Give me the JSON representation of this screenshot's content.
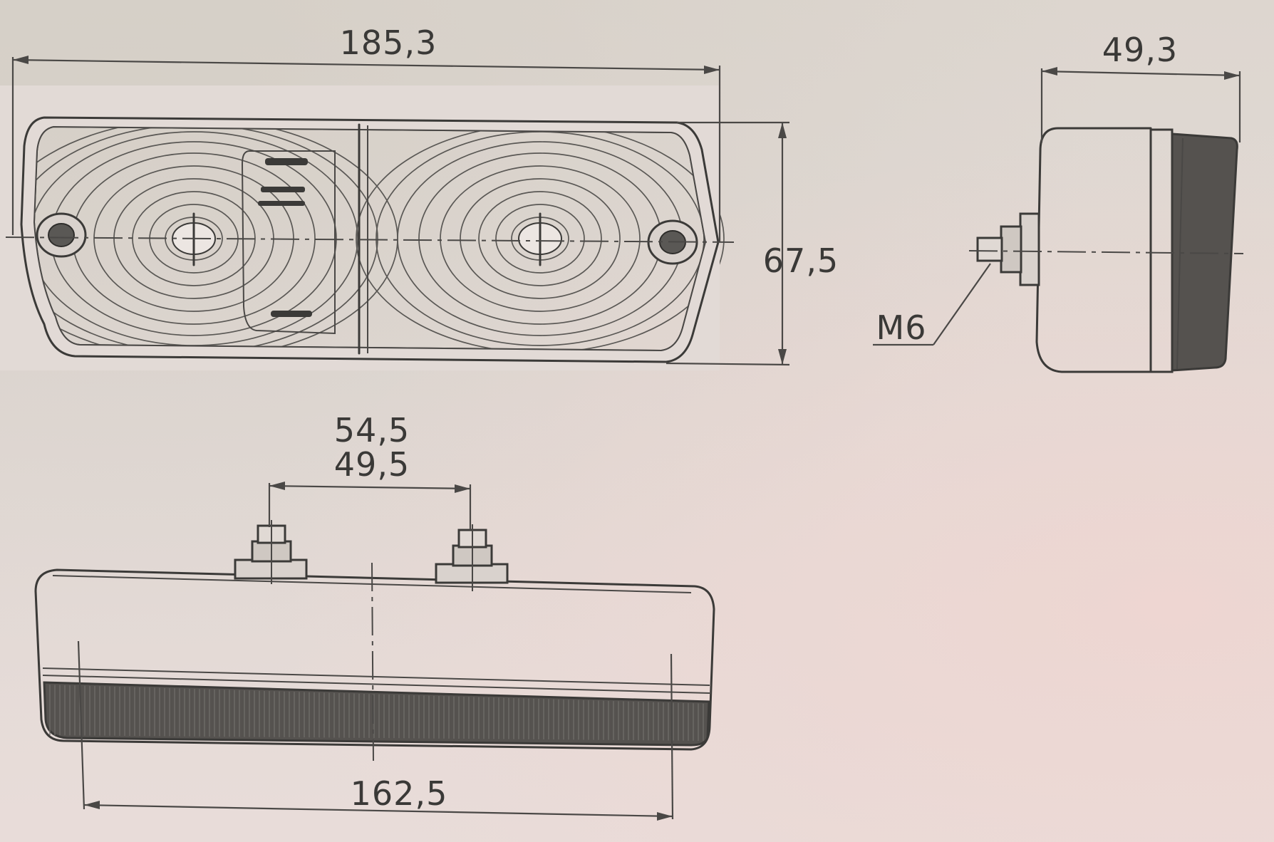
{
  "drawing": {
    "colors": {
      "line": "#3b3a38",
      "paper": "#e4dcd9",
      "dark_band": "#4a4846"
    },
    "front_view": {
      "width_label": "185,3",
      "height_label": "67,5"
    },
    "side_view": {
      "depth_label": "49,3",
      "thread_label": "M6"
    },
    "bottom_view": {
      "stud_spacing_outer_label": "54,5",
      "stud_spacing_inner_label": "49,5",
      "mount_width_label": "162,5"
    }
  }
}
